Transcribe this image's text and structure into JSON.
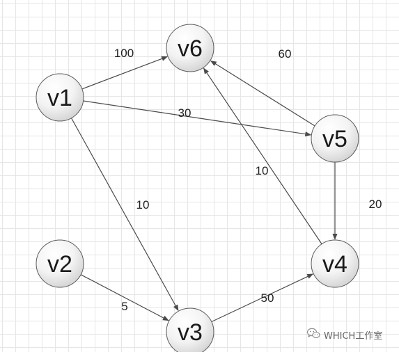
{
  "nodes": [
    {
      "id": "v1",
      "label": "v1"
    },
    {
      "id": "v2",
      "label": "v2"
    },
    {
      "id": "v3",
      "label": "v3"
    },
    {
      "id": "v4",
      "label": "v4"
    },
    {
      "id": "v5",
      "label": "v5"
    },
    {
      "id": "v6",
      "label": "v6"
    }
  ],
  "edges": [
    {
      "from": "v1",
      "to": "v6",
      "weight": "100"
    },
    {
      "from": "v1",
      "to": "v5",
      "weight": "30"
    },
    {
      "from": "v1",
      "to": "v3",
      "weight": "10"
    },
    {
      "from": "v2",
      "to": "v3",
      "weight": "5"
    },
    {
      "from": "v3",
      "to": "v4",
      "weight": "50"
    },
    {
      "from": "v4",
      "to": "v6",
      "weight": "10"
    },
    {
      "from": "v5",
      "to": "v6",
      "weight": "60"
    },
    {
      "from": "v5",
      "to": "v4",
      "weight": "20"
    }
  ],
  "watermark": {
    "icon": "wechat-icon",
    "text": "WHICH工作室"
  },
  "colors": {
    "edge": "#4a4a4a",
    "node_stroke": "#5a5a5a"
  }
}
